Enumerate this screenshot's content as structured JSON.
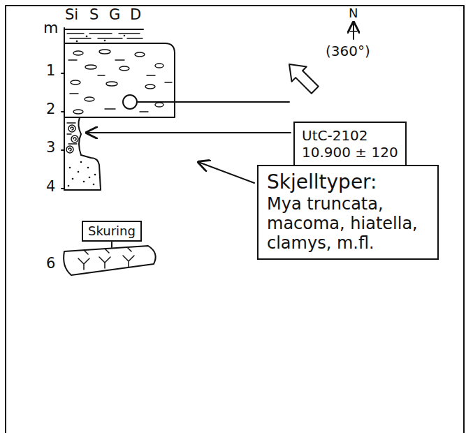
{
  "diagram": {
    "nodes": [
      {
        "text": [
          "UtC-2102",
          "10.900 ± 120"
        ]
      },
      {
        "text": [
          "Skjelltyper:",
          "Mya truncata, macoma, hiatella, clamys, m.fl."
        ]
      },
      {
        "text": [
          "Skuring"
        ]
      }
    ],
    "labels": [
      "Si",
      "S",
      "G",
      "D",
      "m",
      "N",
      "(360°)",
      "1",
      "2",
      "3",
      "4",
      "6"
    ]
  }
}
